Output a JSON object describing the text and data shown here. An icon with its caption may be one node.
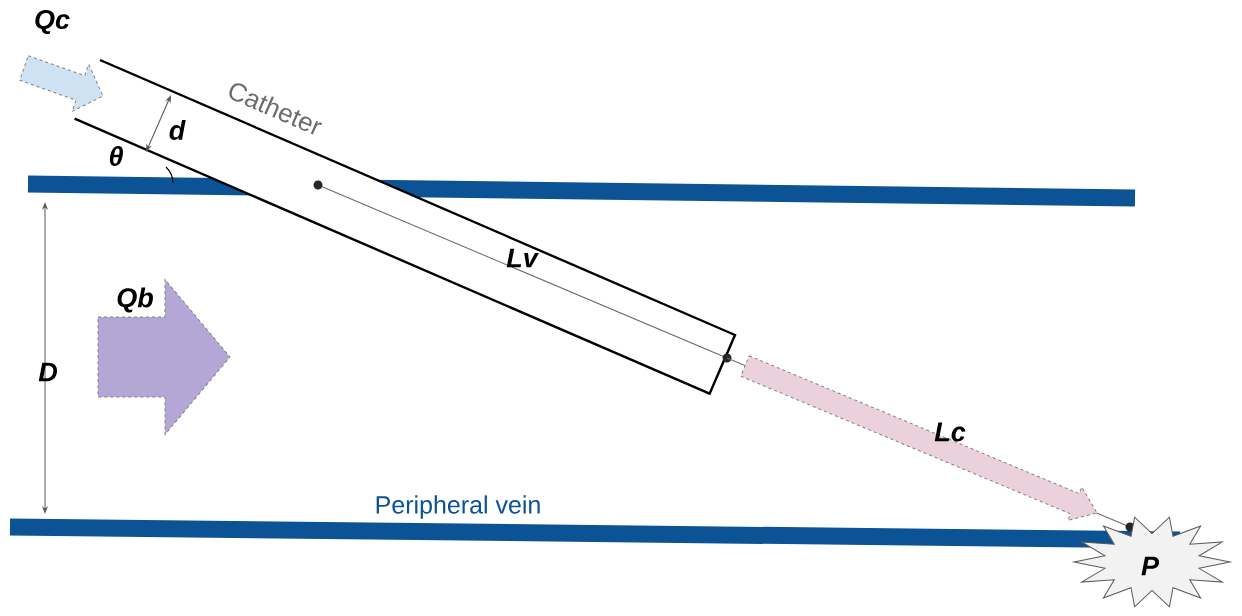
{
  "diagram": {
    "nodes": [
      {
        "text": [
          "Catheter"
        ]
      },
      {
        "text": [
          "Qc"
        ]
      },
      {
        "text": [
          "Qb"
        ]
      },
      {
        "text": [
          "P"
        ]
      }
    ],
    "edges": [
      {
        "from": 0,
        "to": 3,
        "arrow": "to",
        "label": "Lc",
        "style": "dashed"
      }
    ],
    "labels": [
      "d",
      "θ",
      "Lv",
      "D",
      "Peripheral vein"
    ]
  }
}
